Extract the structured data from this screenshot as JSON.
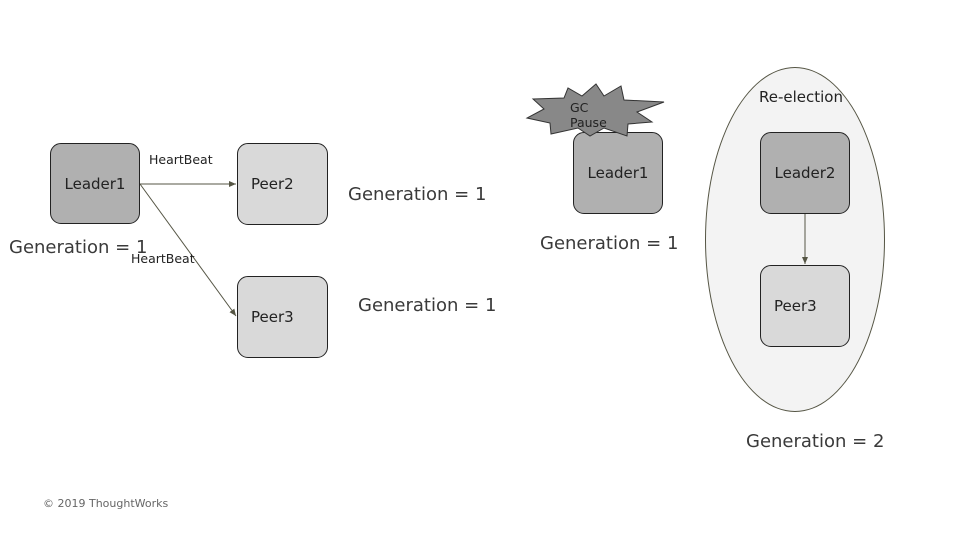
{
  "left_cluster": {
    "leader": {
      "label": "Leader1",
      "generation": "Generation = 1"
    },
    "peer2": {
      "label": "Peer2",
      "generation": "Generation = 1"
    },
    "peer3": {
      "label": "Peer3",
      "generation": "Generation = 1"
    },
    "edges": [
      {
        "from": "Leader1",
        "to": "Peer2",
        "label": "HeartBeat"
      },
      {
        "from": "Leader1",
        "to": "Peer3",
        "label": "HeartBeat"
      }
    ]
  },
  "paused_leader": {
    "label": "Leader1",
    "burst_text": [
      "GC",
      "Pause"
    ],
    "generation": "Generation = 1"
  },
  "reelection_group": {
    "title": "Re-election",
    "leader": {
      "label": "Leader2"
    },
    "peer": {
      "label": "Peer3"
    },
    "generation": "Generation = 2"
  },
  "colors": {
    "leader_fill": "#b0b0b0",
    "peer_fill": "#d9d9d9",
    "burst_fill": "#888888",
    "group_fill": "#f3f3f3"
  },
  "footer": {
    "copyright": "© 2019 ThoughtWorks"
  }
}
